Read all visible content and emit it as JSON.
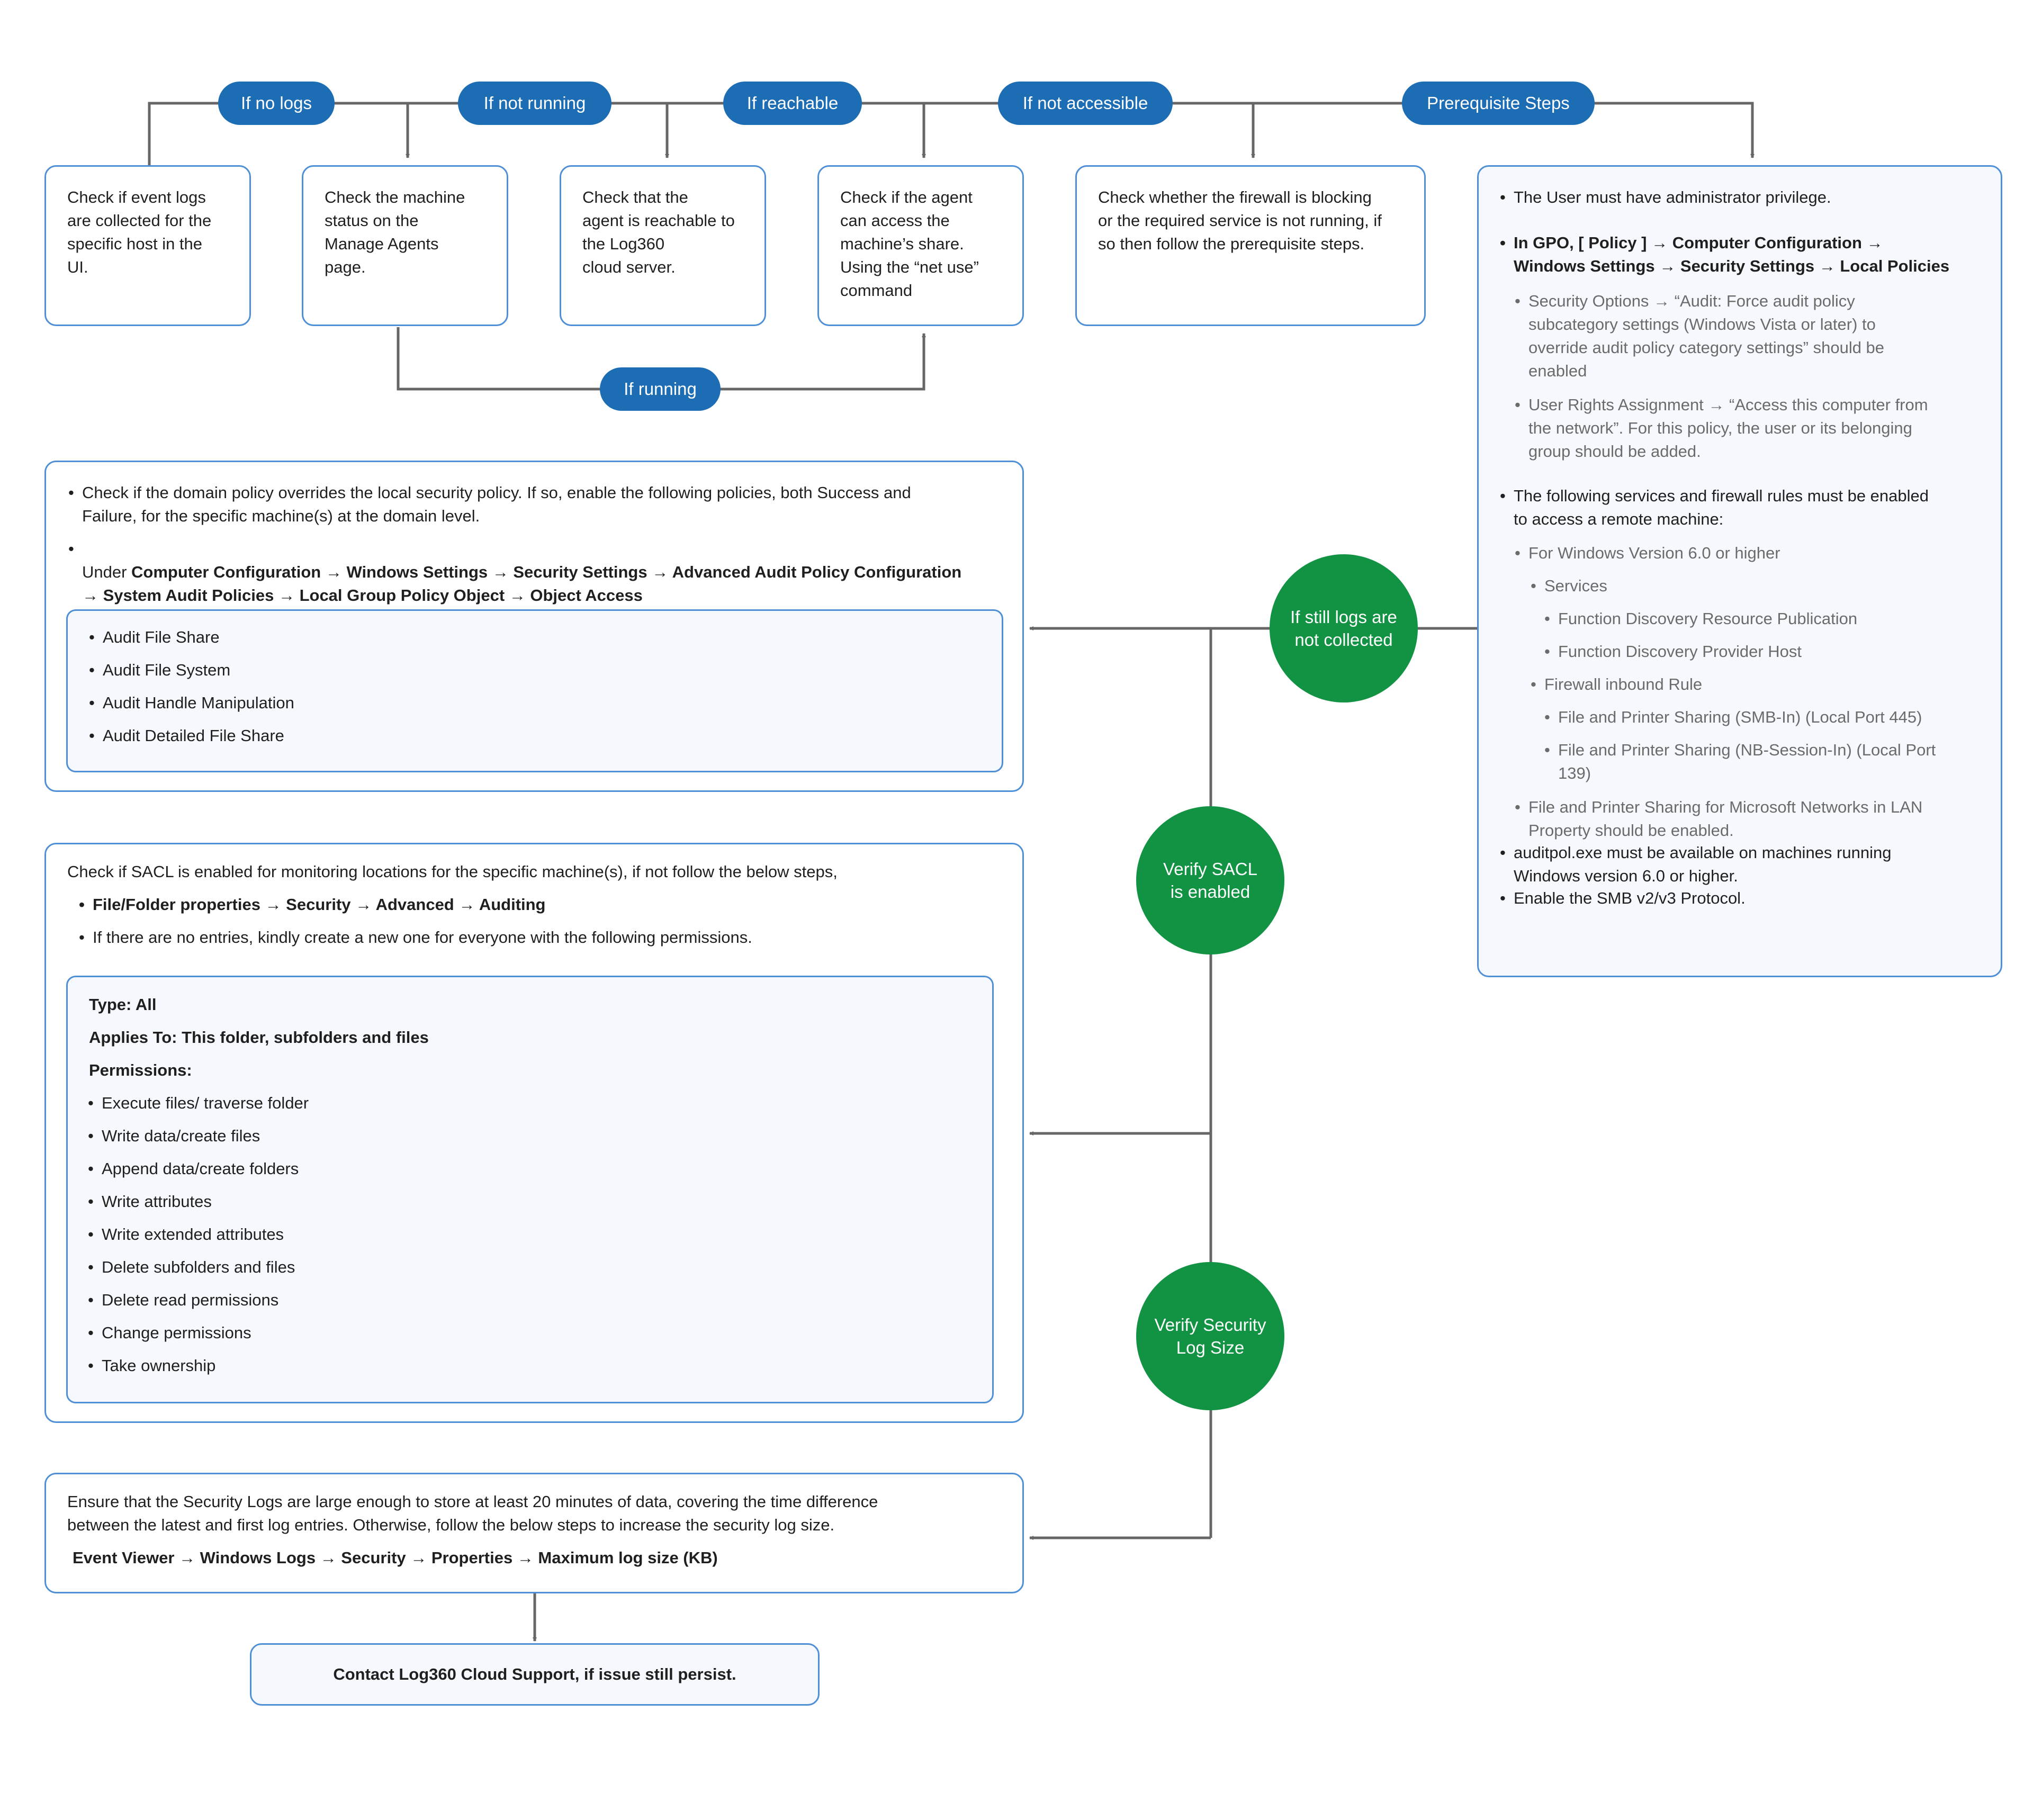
{
  "colors": {
    "pill": "#1d6db5",
    "circle": "#119343",
    "border": "#4f8fd6",
    "connector": "#666666"
  },
  "labels": {
    "if_no_logs": "If no logs",
    "if_not_running": "If not running",
    "if_reachable": "If reachable",
    "if_not_accessible": "If not accessible",
    "prerequisite_steps": "Prerequisite Steps",
    "if_running": "If running",
    "still_no_logs": "If still logs are\nnot collected",
    "verify_sacl": "Verify SACL\nis enabled",
    "verify_log_size": "Verify Security\nLog Size"
  },
  "steps": {
    "event_logs": "Check if event logs\nare collected for the\nspecific host in the\nUI.",
    "machine_status": "Check the machine\nstatus on the\nManage Agents\npage.",
    "reachable": "Check that the\nagent is reachable to\nthe Log360\ncloud server.",
    "share_access": "Check if the agent\ncan access the\nmachine’s share.\nUsing the “net use”\ncommand",
    "firewall": "Check whether the firewall is blocking\nor the required service is not running, if\nso then follow the prerequisite steps."
  },
  "prereq": {
    "admin": "The User must have administrator privilege.",
    "gpo": "In GPO, [ Policy ] → Computer Configuration →\nWindows Settings → Security Settings → Local Policies",
    "security_options": "Security Options → “Audit: Force audit policy\nsubcategory settings (Windows Vista or later) to\noverride audit policy category settings” should be\nenabled",
    "user_rights": "User Rights Assignment → “Access this computer from\nthe network”. For this policy, the user or its belonging\ngroup should be added.",
    "services_rules": "The following services and firewall rules must be enabled\nto access a remote machine:",
    "windows_version": "For Windows Version 6.0 or higher",
    "services": "Services",
    "fdrp": "Function Discovery Resource Publication",
    "fdph": "Function Discovery Provider Host",
    "firewall_rule": "Firewall inbound Rule",
    "smb_in": "File and Printer Sharing (SMB-In) (Local Port 445)",
    "nb_session": "File and Printer Sharing (NB-Session-In) (Local Port\n139)",
    "lan_property": "File and Printer Sharing for Microsoft Networks in LAN\nProperty should be enabled.",
    "auditpol": "auditpol.exe must be available on machines running\nWindows version 6.0 or higher.",
    "smb_protocol": "Enable the SMB v2/v3 Protocol."
  },
  "domain_policy": {
    "check": "Check if the domain policy overrides the local security policy. If so, enable the following policies, both Success and\nFailure, for the specific machine(s) at the domain level.",
    "under": "Under ",
    "path": "Computer Configuration → Windows Settings → Security Settings → Advanced Audit Policy Configuration\n→ System Audit Policies → Local Group Policy Object → Object Access",
    "items": [
      "Audit File Share",
      "Audit File System",
      "Audit Handle Manipulation",
      "Audit Detailed File Share"
    ]
  },
  "sacl": {
    "intro": "Check if SACL is enabled for monitoring locations for the specific machine(s), if not follow the below steps,",
    "path": "File/Folder properties → Security → Advanced → Auditing",
    "no_entries": "If there are no entries, kindly create a new one for everyone with the following permissions.",
    "type": "Type: All",
    "applies_to": "Applies To: This folder, subfolders and files",
    "permissions_label": "Permissions:",
    "permissions": [
      "Execute files/ traverse folder",
      "Write data/create files",
      "Append data/create folders",
      "Write attributes",
      "Write extended attributes",
      "Delete subfolders and files",
      "Delete read permissions",
      "Change permissions",
      "Take ownership"
    ]
  },
  "log_size": {
    "text": "Ensure that the Security Logs are large enough to store at least 20 minutes of data, covering the time difference\nbetween the latest and first log entries. Otherwise, follow the below steps to increase the security log size.",
    "path": "Event Viewer → Windows Logs → Security → Properties → Maximum log size (KB)"
  },
  "support": "Contact Log360 Cloud Support, if issue still persist."
}
